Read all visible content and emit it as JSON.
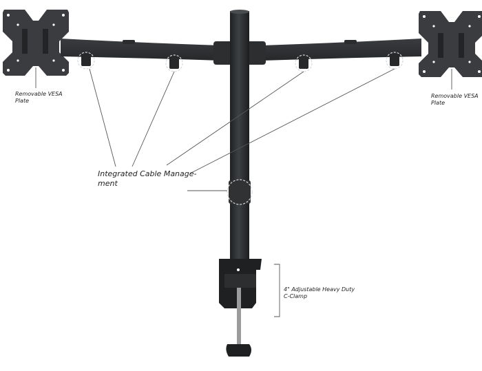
{
  "diagram": {
    "subject": "Dual monitor desk mount",
    "colors": {
      "background": "#ffffff",
      "metal": "#2b2d2f",
      "metal_highlight": "#3c3f42",
      "callout_line": "#555555",
      "dashed_circle": "#d8d8d8",
      "text": "#222222"
    },
    "labels": {
      "vesa_left": [
        "Removable VESA",
        "Plate"
      ],
      "vesa_right": [
        "Removable VESA",
        "Plate"
      ],
      "cable_management": [
        "Integrated Cable Manage-",
        "ment"
      ],
      "clamp": [
        "4\" Adjustable Heavy Duty",
        "C-Clamp"
      ]
    }
  }
}
